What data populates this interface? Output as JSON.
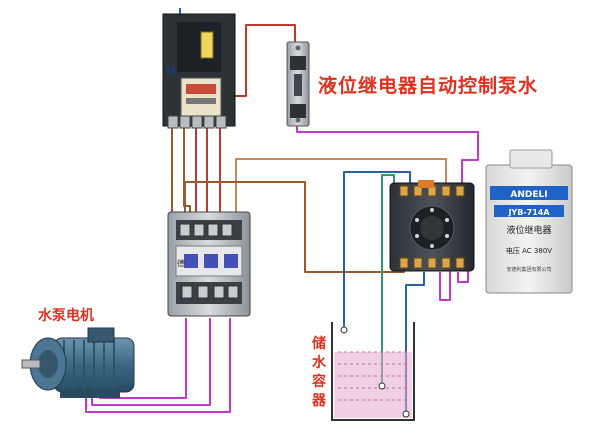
{
  "title": "液位继电器自动控制泵水",
  "neutral_label": "N",
  "motor_label": "水泵电机",
  "tank_label_chars": [
    "储",
    "水",
    "容",
    "器"
  ],
  "relay": {
    "brand": "ANDELI",
    "model": "JYB-714A",
    "name": "液位继电器",
    "voltage": "电压 AC  380V",
    "maker": "安德利集团有限公司"
  },
  "contactor_badge": "德",
  "colors": {
    "title": "#e0301e",
    "red_wire": "#c0392b",
    "brown_wire": "#9a5a2e",
    "purple_wire": "#c03ad0",
    "blue_wire": "#2a5fb0",
    "green_wire": "#2e9a6a",
    "tank_water": "#e4aaca"
  }
}
